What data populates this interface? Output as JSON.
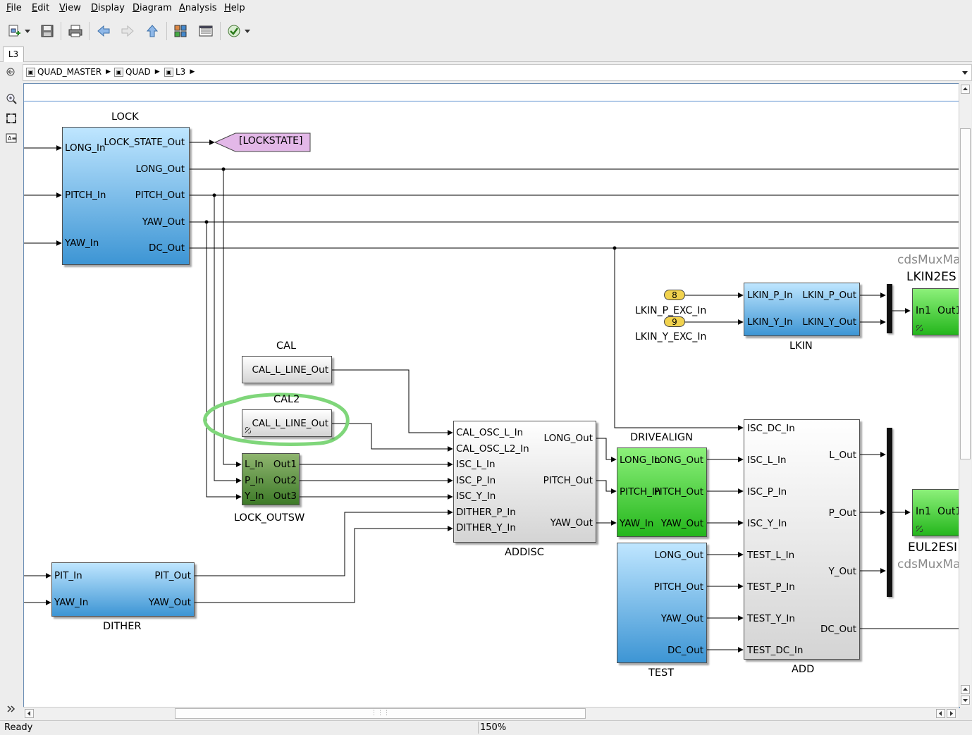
{
  "menu": [
    "File",
    "Edit",
    "View",
    "Display",
    "Diagram",
    "Analysis",
    "Help"
  ],
  "tab": "L3",
  "breadcrumb": [
    "QUAD_MASTER",
    "QUAD",
    "L3"
  ],
  "status": {
    "text": "Ready",
    "zoom": "150%"
  },
  "blocks": {
    "lock": {
      "title": "LOCK",
      "inputs": [
        "LONG_In",
        "PITCH_In",
        "YAW_In"
      ],
      "outputs": [
        "LOCK_STATE_Out",
        "LONG_Out",
        "PITCH_Out",
        "YAW_Out",
        "DC_Out"
      ]
    },
    "lockstate_tag": "[LOCKSTATE]",
    "cal": {
      "title": "CAL",
      "output": "CAL_L_LINE_Out"
    },
    "cal2": {
      "title": "CAL2",
      "output": "CAL_L_LINE_Out"
    },
    "lock_outsw": {
      "title": "LOCK_OUTSW",
      "inputs": [
        "L_In",
        "P_In",
        "Y_In"
      ],
      "outputs": [
        "Out1",
        "Out2",
        "Out3"
      ]
    },
    "addisc": {
      "title": "ADDISC",
      "inputs": [
        "CAL_OSC_L_In",
        "CAL_OSC_L2_In",
        "ISC_L_In",
        "ISC_P_In",
        "ISC_Y_In",
        "DITHER_P_In",
        "DITHER_Y_In"
      ],
      "outputs": [
        "LONG_Out",
        "PITCH_Out",
        "YAW_Out"
      ]
    },
    "dither": {
      "title": "DITHER",
      "inputs": [
        "PIT_In",
        "YAW_In"
      ],
      "outputs": [
        "PIT_Out",
        "YAW_Out"
      ]
    },
    "drivealign": {
      "title": "DRIVEALIGN",
      "inputs": [
        "LONG_In",
        "PITCH_In",
        "YAW_In"
      ],
      "outputs": [
        "LONG_Out",
        "PITCH_Out",
        "YAW_Out"
      ]
    },
    "test": {
      "title": "TEST",
      "outputs": [
        "LONG_Out",
        "PITCH_Out",
        "YAW_Out",
        "DC_Out"
      ]
    },
    "add": {
      "title": "ADD",
      "inputs": [
        "ISC_DC_In",
        "ISC_L_In",
        "ISC_P_In",
        "ISC_Y_In",
        "TEST_L_In",
        "TEST_P_In",
        "TEST_Y_In",
        "TEST_DC_In"
      ],
      "outputs": [
        "L_Out",
        "P_Out",
        "Y_Out",
        "DC_Out"
      ]
    },
    "lkin": {
      "title": "LKIN",
      "inputs": [
        "LKIN_P_In",
        "LKIN_Y_In"
      ],
      "outputs": [
        "LKIN_P_Out",
        "LKIN_Y_Out"
      ]
    },
    "const8": {
      "value": "8",
      "label": "LKIN_P_EXC_In"
    },
    "const9": {
      "value": "9",
      "label": "LKIN_Y_EXC_In"
    },
    "lkin2esd": {
      "title": "LKIN2ES",
      "in": "In1",
      "out": "Out1",
      "mask_label": "cdsMuxMa"
    },
    "eul2esd": {
      "title": "EUL2ESI",
      "in": "In1",
      "out": "Out1",
      "mask_label": "cdsMuxMa"
    }
  },
  "colors": {
    "subsystem_blue": "#3d95d4",
    "subsystem_green": "#24b61c",
    "highlight": "#7fd67a",
    "goto_tag": "#e3b8e8"
  }
}
